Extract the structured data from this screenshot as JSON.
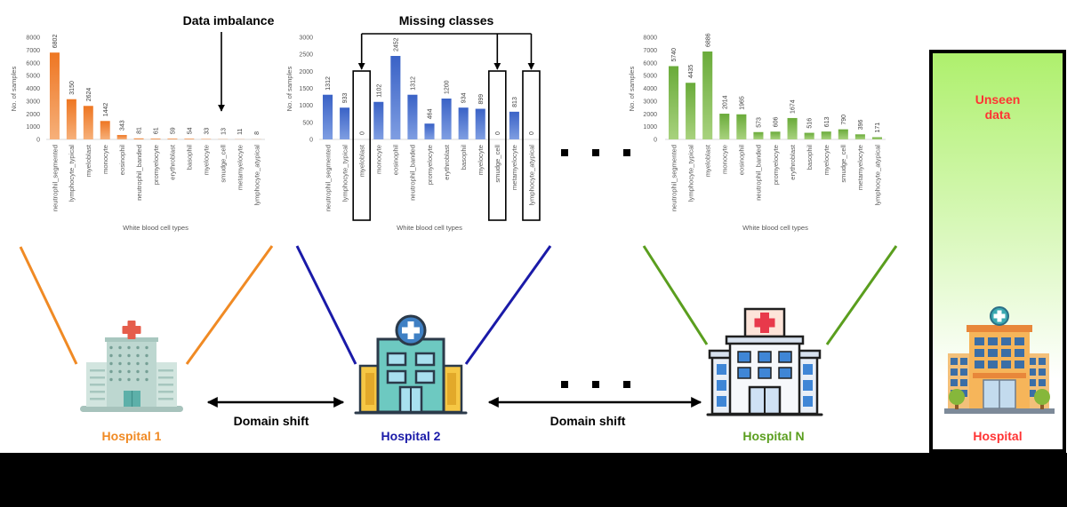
{
  "annotations": {
    "data_imbalance": "Data imbalance",
    "missing_classes": "Missing classes",
    "domain_shift_left": "Domain shift",
    "domain_shift_right": "Domain shift"
  },
  "hospitals": [
    {
      "label": "Hospital 1",
      "color": "#f08a24"
    },
    {
      "label": "Hospital 2",
      "color": "#1a1aa8"
    },
    {
      "label": "Hospital N",
      "color": "#5a9e1e"
    }
  ],
  "unseen_panel": {
    "title_line1": "Unseen",
    "title_line2": "data",
    "label": "Hospital",
    "color": "#ff3333"
  },
  "chart_data": [
    {
      "type": "bar",
      "xlabel": "White blood cell types",
      "ylabel": "No. of samples",
      "ylim": [
        0,
        8000
      ],
      "yticks": [
        0,
        1000,
        2000,
        3000,
        4000,
        5000,
        6000,
        7000,
        8000
      ],
      "categories": [
        "neutrophil_segmented",
        "lymphocyte_typical",
        "myeloblast",
        "monocyte",
        "eosinophil",
        "neutrophil_banded",
        "promyelocyte",
        "erythroblast",
        "basophil",
        "myelocyte",
        "smudge_cell",
        "metamyelocyte",
        "lymphocyte_atypical"
      ],
      "values": [
        6802,
        3150,
        2624,
        1442,
        343,
        81,
        61,
        59,
        54,
        33,
        13,
        11,
        8
      ],
      "color": "#ee7622"
    },
    {
      "type": "bar",
      "xlabel": "White blood cell types",
      "ylabel": "No. of samples",
      "ylim": [
        0,
        3000
      ],
      "yticks": [
        0,
        500,
        1000,
        1500,
        2000,
        2500,
        3000
      ],
      "categories": [
        "neutrophil_segmented",
        "lymphocyte_typical",
        "myeloblast",
        "monocyte",
        "eosinophil",
        "neutrophil_banded",
        "promyelocyte",
        "erythroblast",
        "basophil",
        "myelocyte",
        "smudge_cell",
        "metamyelocyte",
        "lymphocyte_atypical"
      ],
      "values": [
        1312,
        933,
        0,
        1102,
        2452,
        1312,
        464,
        1200,
        934,
        899,
        0,
        813,
        0
      ],
      "color": "#3a62c6"
    },
    {
      "type": "bar",
      "xlabel": "White blood cell types",
      "ylabel": "No. of samples",
      "ylim": [
        0,
        8000
      ],
      "yticks": [
        0,
        1000,
        2000,
        3000,
        4000,
        5000,
        6000,
        7000,
        8000
      ],
      "categories": [
        "neutrophil_segmented",
        "lymphocyte_typical",
        "myeloblast",
        "monocyte",
        "eosinophil",
        "neutrophil_banded",
        "promyelocyte",
        "erythroblast",
        "basophil",
        "myelocyte",
        "smudge_cell",
        "metamyelocyte",
        "lymphocyte_atypical"
      ],
      "values": [
        5740,
        4435,
        6886,
        2014,
        1965,
        573,
        606,
        1674,
        516,
        613,
        790,
        396,
        171
      ],
      "color": "#6aab3a"
    }
  ]
}
